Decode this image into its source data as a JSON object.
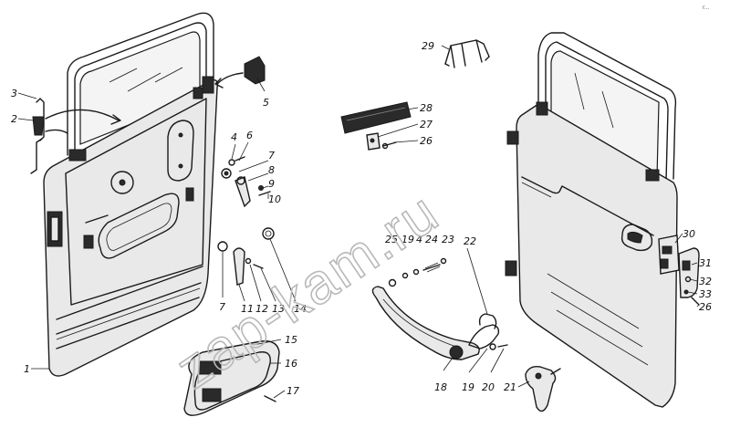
{
  "watermark": "zap-kam.ru",
  "corner_mark": "r...",
  "callouts": {
    "c1": "1",
    "c2": "2",
    "c3": "3",
    "c4": "4",
    "c5": "5",
    "c6": "6",
    "c7": "7",
    "c8": "8",
    "c9": "9",
    "c10": "10",
    "c11": "11",
    "c12": "12",
    "c13": "13",
    "c14": "14",
    "c15": "15",
    "c16": "16",
    "c17": "17",
    "c18": "18",
    "c19": "19",
    "c20": "20",
    "c21": "21",
    "c22": "22",
    "c23": "23",
    "c24": "24",
    "c25": "25",
    "c26": "26",
    "c27": "27",
    "c28": "28",
    "c29": "29",
    "c30": "30",
    "c31": "31",
    "c32": "32",
    "c33": "33",
    "c4b": "4",
    "c7b": "7",
    "c19b": "19",
    "c26b": "26"
  }
}
